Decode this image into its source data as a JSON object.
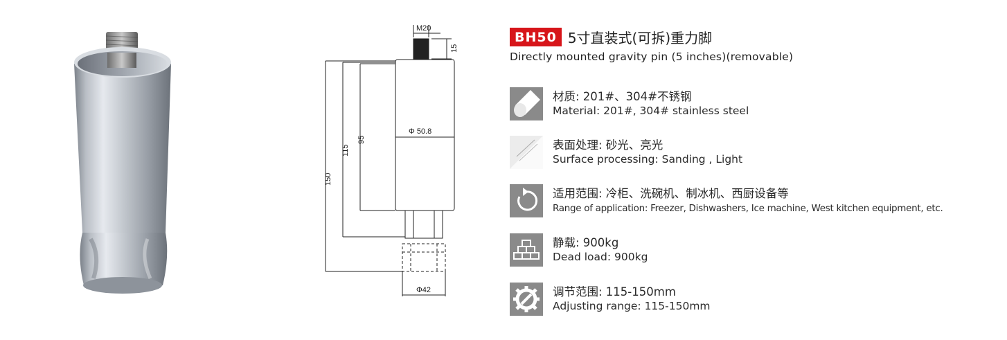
{
  "product": {
    "code": "BH50",
    "title_cn": "5寸直装式(可拆)重力脚",
    "title_en": "Directly mounted gravity pin (5 inches)(removable)"
  },
  "drawing": {
    "thread_label": "M20",
    "thread_height": "15",
    "dim_150": "150",
    "dim_115": "115",
    "dim_95": "95",
    "tube_diameter": "Φ 50.8",
    "foot_diameter": "Φ42"
  },
  "specs": [
    {
      "icon": "material-icon",
      "cn": "材质: 201#、304#不锈钢",
      "en": "Material: 201#, 304# stainless steel"
    },
    {
      "icon": "surface-icon",
      "cn": "表面处理: 砂光、亮光",
      "en": "Surface processing: Sanding , Light"
    },
    {
      "icon": "rotate-icon",
      "cn": "适用范围: 冷柜、洗碗机、制冰机、西厨设备等",
      "en": "Range of application: Freezer, Dishwashers, Ice machine, West kitchen equipment, etc."
    },
    {
      "icon": "load-icon",
      "cn": "静载: 900kg",
      "en": "Dead load: 900kg"
    },
    {
      "icon": "gear-wrench-icon",
      "cn": "调节范围: 115-150mm",
      "en": "Adjusting range: 115-150mm"
    }
  ],
  "colors": {
    "badge": "#d7151a",
    "icon_bg": "#8a8a8a"
  }
}
